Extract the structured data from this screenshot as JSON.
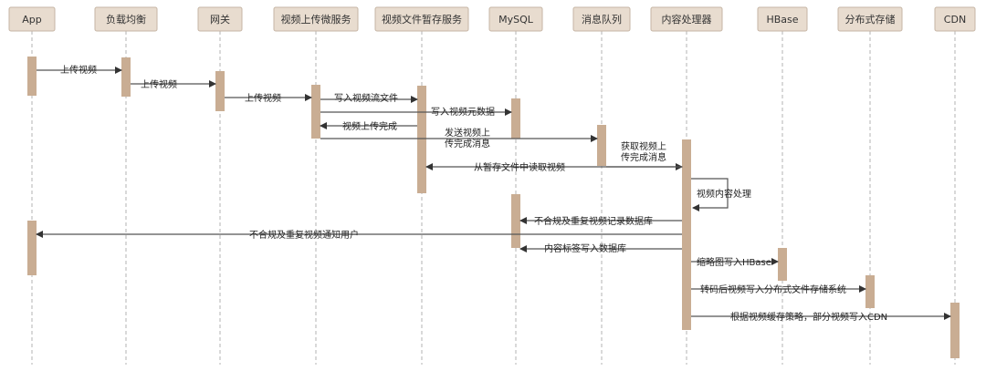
{
  "participants": [
    {
      "id": "app",
      "label": "App"
    },
    {
      "id": "lb",
      "label": "负载均衡"
    },
    {
      "id": "gw",
      "label": "网关"
    },
    {
      "id": "upload",
      "label": "视频上传微服务"
    },
    {
      "id": "temp",
      "label": "视频文件暂存服务"
    },
    {
      "id": "mysql",
      "label": "MySQL"
    },
    {
      "id": "mq",
      "label": "消息队列"
    },
    {
      "id": "proc",
      "label": "内容处理器"
    },
    {
      "id": "hbase",
      "label": "HBase"
    },
    {
      "id": "dfs",
      "label": "分布式存储"
    },
    {
      "id": "cdn",
      "label": "CDN"
    }
  ],
  "messages": [
    {
      "id": "m1",
      "from": "app",
      "to": "lb",
      "lines": [
        "上传视频"
      ]
    },
    {
      "id": "m2",
      "from": "lb",
      "to": "gw",
      "lines": [
        "上传视频"
      ]
    },
    {
      "id": "m3",
      "from": "gw",
      "to": "upload",
      "lines": [
        "上传视频"
      ]
    },
    {
      "id": "m4",
      "from": "upload",
      "to": "temp",
      "lines": [
        "写入视频流文件"
      ]
    },
    {
      "id": "m5",
      "from": "upload",
      "to": "mysql",
      "lines": [
        "写入视频元数据"
      ]
    },
    {
      "id": "m6",
      "from": "temp",
      "to": "upload",
      "lines": [
        "视频上传完成"
      ]
    },
    {
      "id": "m7",
      "from": "upload",
      "to": "mq",
      "lines": [
        "发送视频上",
        "传完成消息"
      ]
    },
    {
      "id": "m8",
      "from": "mq",
      "to": "proc",
      "lines": [
        "获取视频上",
        "传完成消息"
      ]
    },
    {
      "id": "m9",
      "from": "proc",
      "to": "temp",
      "lines": [
        "从暂存文件中读取视频"
      ]
    },
    {
      "id": "m10",
      "from": "proc",
      "to": "proc",
      "lines": [
        "视频内容处理"
      ]
    },
    {
      "id": "m11",
      "from": "proc",
      "to": "mysql",
      "lines": [
        "不合规及重复视频记录数据库"
      ]
    },
    {
      "id": "m12",
      "from": "proc",
      "to": "app",
      "lines": [
        "不合规及重复视频通知用户"
      ]
    },
    {
      "id": "m13",
      "from": "proc",
      "to": "mysql",
      "lines": [
        "内容标签写入数据库"
      ]
    },
    {
      "id": "m14",
      "from": "proc",
      "to": "hbase",
      "lines": [
        "缩略图写入HBase"
      ]
    },
    {
      "id": "m15",
      "from": "proc",
      "to": "dfs",
      "lines": [
        "转码后视频写入分布式文件存储系统"
      ]
    },
    {
      "id": "m16",
      "from": "proc",
      "to": "cdn",
      "lines": [
        "根据视频缓存策略，部分视频写入CDN"
      ]
    }
  ]
}
